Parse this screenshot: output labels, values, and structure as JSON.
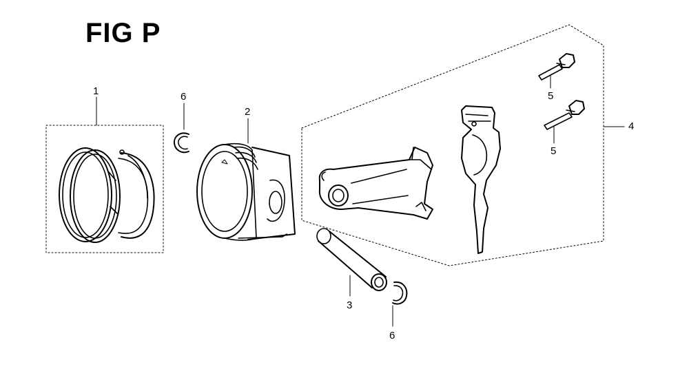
{
  "figure": {
    "title": "FIG P"
  },
  "callouts": {
    "c1": "1",
    "c2": "2",
    "c3": "3",
    "c4": "4",
    "c5a": "5",
    "c5b": "5",
    "c6a": "6",
    "c6b": "6"
  },
  "colors": {
    "line": "#000000",
    "background": "#ffffff"
  }
}
